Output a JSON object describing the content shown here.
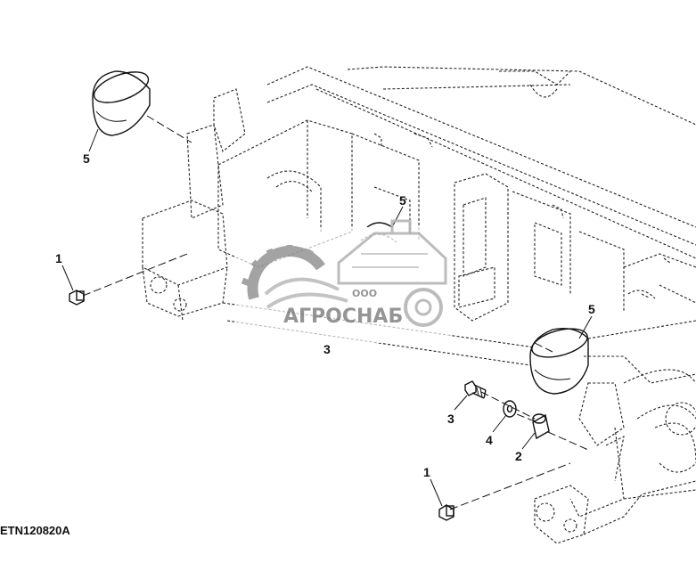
{
  "figure_id": "ETN120820A",
  "callouts": [
    {
      "key": "c5a",
      "label": "5"
    },
    {
      "key": "c5b",
      "label": "5"
    },
    {
      "key": "c5c",
      "label": "5"
    },
    {
      "key": "c1a",
      "label": "1"
    },
    {
      "key": "c1b",
      "label": "1"
    },
    {
      "key": "c3a",
      "label": "3"
    },
    {
      "key": "c3b",
      "label": "3"
    },
    {
      "key": "c4",
      "label": "4"
    },
    {
      "key": "c2",
      "label": "2"
    }
  ],
  "watermark": {
    "small_text": "ООО",
    "brand_text": "АГРОСНАБ",
    "colors": {
      "ink": "#8a8a8a",
      "light": "#c8c8c8"
    }
  }
}
